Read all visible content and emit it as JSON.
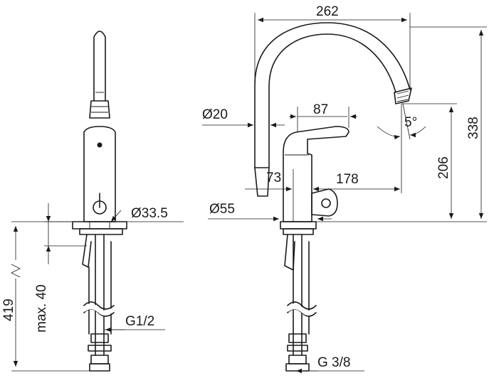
{
  "labels": {
    "width_262": "262",
    "height_338": "338",
    "height_206": "206",
    "angle_5": "5°",
    "diameter_20": "Ø20",
    "offset_87": "87",
    "offset_73": "73",
    "reach_178": "178",
    "diameter_55": "Ø55",
    "diameter_33_5": "Ø33.5",
    "max_40": "max. 40",
    "total_419": "419",
    "thread_g12": "G1/2",
    "thread_g38": "G 3/8"
  }
}
